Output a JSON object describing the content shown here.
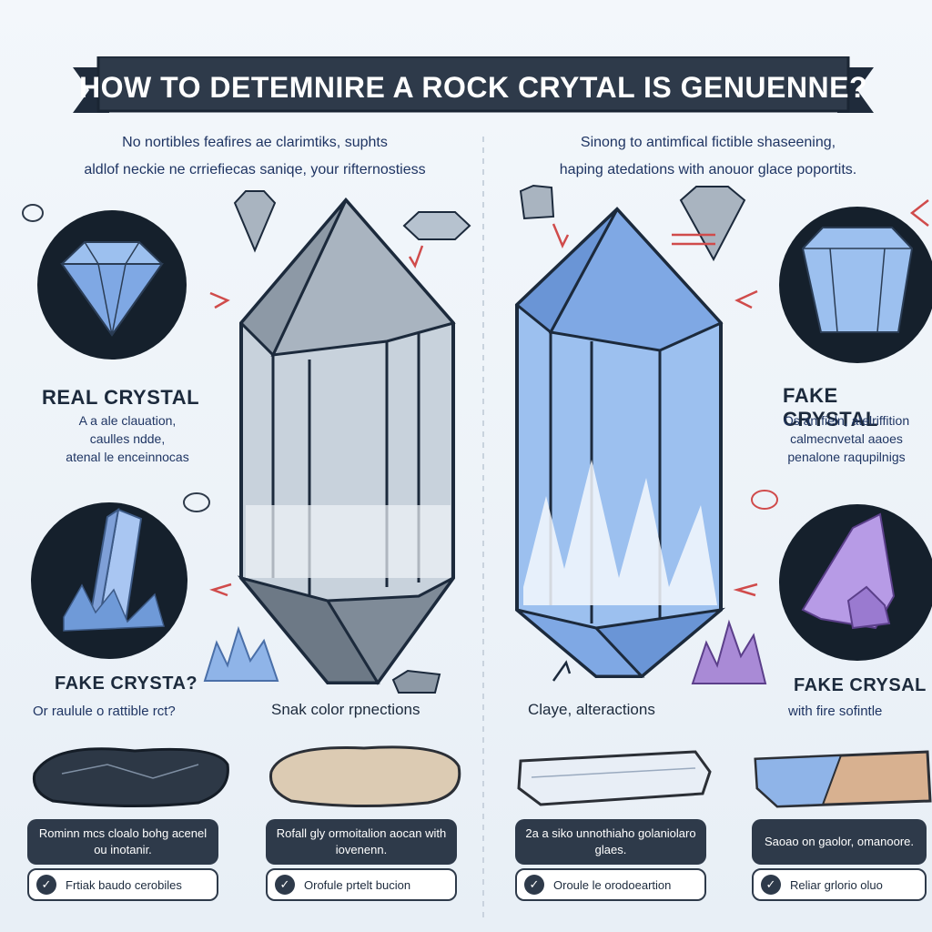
{
  "banner": {
    "title": "HOW TO DETEMNIRE A ROCK CRYTAL IS  GENUENNE?"
  },
  "left": {
    "intro": [
      "No nortibles feafires ae clarimtiks, suphts",
      "aldlof neckie ne crriefiecas saniqe,  your rifternostiess"
    ],
    "real_heading": "REAL CRYSTAL",
    "real_sub": [
      "A  a  ale clauation,",
      "caulles ndde,",
      "atenal le enceinnocas"
    ],
    "fake_heading": "FAKE CRYSTA?",
    "fake_sub": "Or raulule o rattible rct?",
    "color_note": "Snak  color rpnections",
    "rocks": [
      {
        "caption": "Rominn mcs cloalo bohg acenel ou inotanir.",
        "check": "Frtiak baudo cerobiles"
      },
      {
        "caption": "Rofall gly ormoitalion aocan with iovenenn.",
        "check": "Orofule prtelt bucion"
      }
    ]
  },
  "right": {
    "intro": [
      "Sinong to antimfical fictible shaseening,",
      "haping atedations with  anouor  glace poportits."
    ],
    "fake_heading": "FAKE CRYSTAL",
    "fake_sub": [
      "Os an fieln,  atelriffition",
      "calmecnvetal aaoes",
      "penalone raqupilnigs"
    ],
    "glass_note": "Claye,  alteractions",
    "fake2_heading": "FAKE CRYSAL",
    "fake2_sub": "with fire sofintle",
    "rocks": [
      {
        "caption": "2a a siko unnothiaho golaniolaro glaes.",
        "check": "Oroule le orodoeartion"
      },
      {
        "caption": "Saoao on gaolor, omanoore.",
        "check": "Reliar grlorio oluo"
      }
    ]
  },
  "colors": {
    "navy": "#2e3a4a",
    "crystal_blue": "#8fb4e8",
    "fake_purple": "#a98ad6",
    "arrow_red": "#d04b4b"
  }
}
